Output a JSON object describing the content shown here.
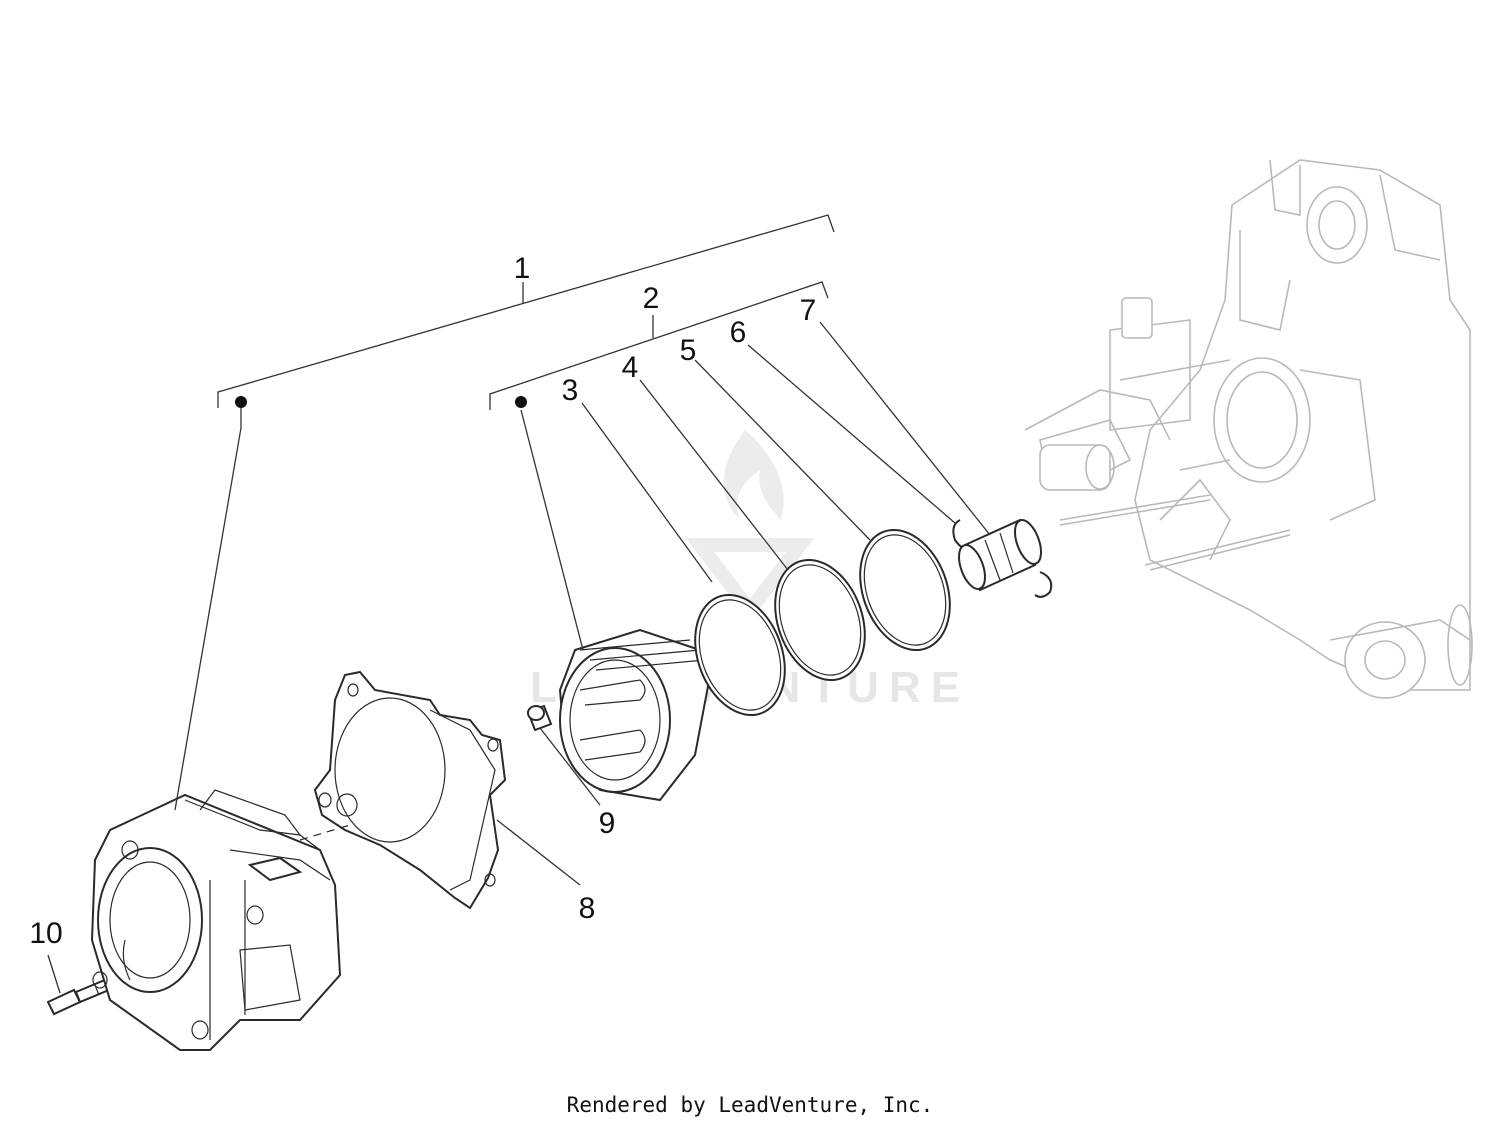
{
  "callouts": [
    {
      "id": "1",
      "label": "1"
    },
    {
      "id": "2",
      "label": "2"
    },
    {
      "id": "3",
      "label": "3"
    },
    {
      "id": "4",
      "label": "4"
    },
    {
      "id": "5",
      "label": "5"
    },
    {
      "id": "6",
      "label": "6"
    },
    {
      "id": "7",
      "label": "7"
    },
    {
      "id": "8",
      "label": "8"
    },
    {
      "id": "9",
      "label": "9"
    },
    {
      "id": "10",
      "label": "10"
    }
  ],
  "watermark": {
    "text": "LEADVENTURE"
  },
  "footer": {
    "text": "Rendered by LeadVenture, Inc."
  }
}
